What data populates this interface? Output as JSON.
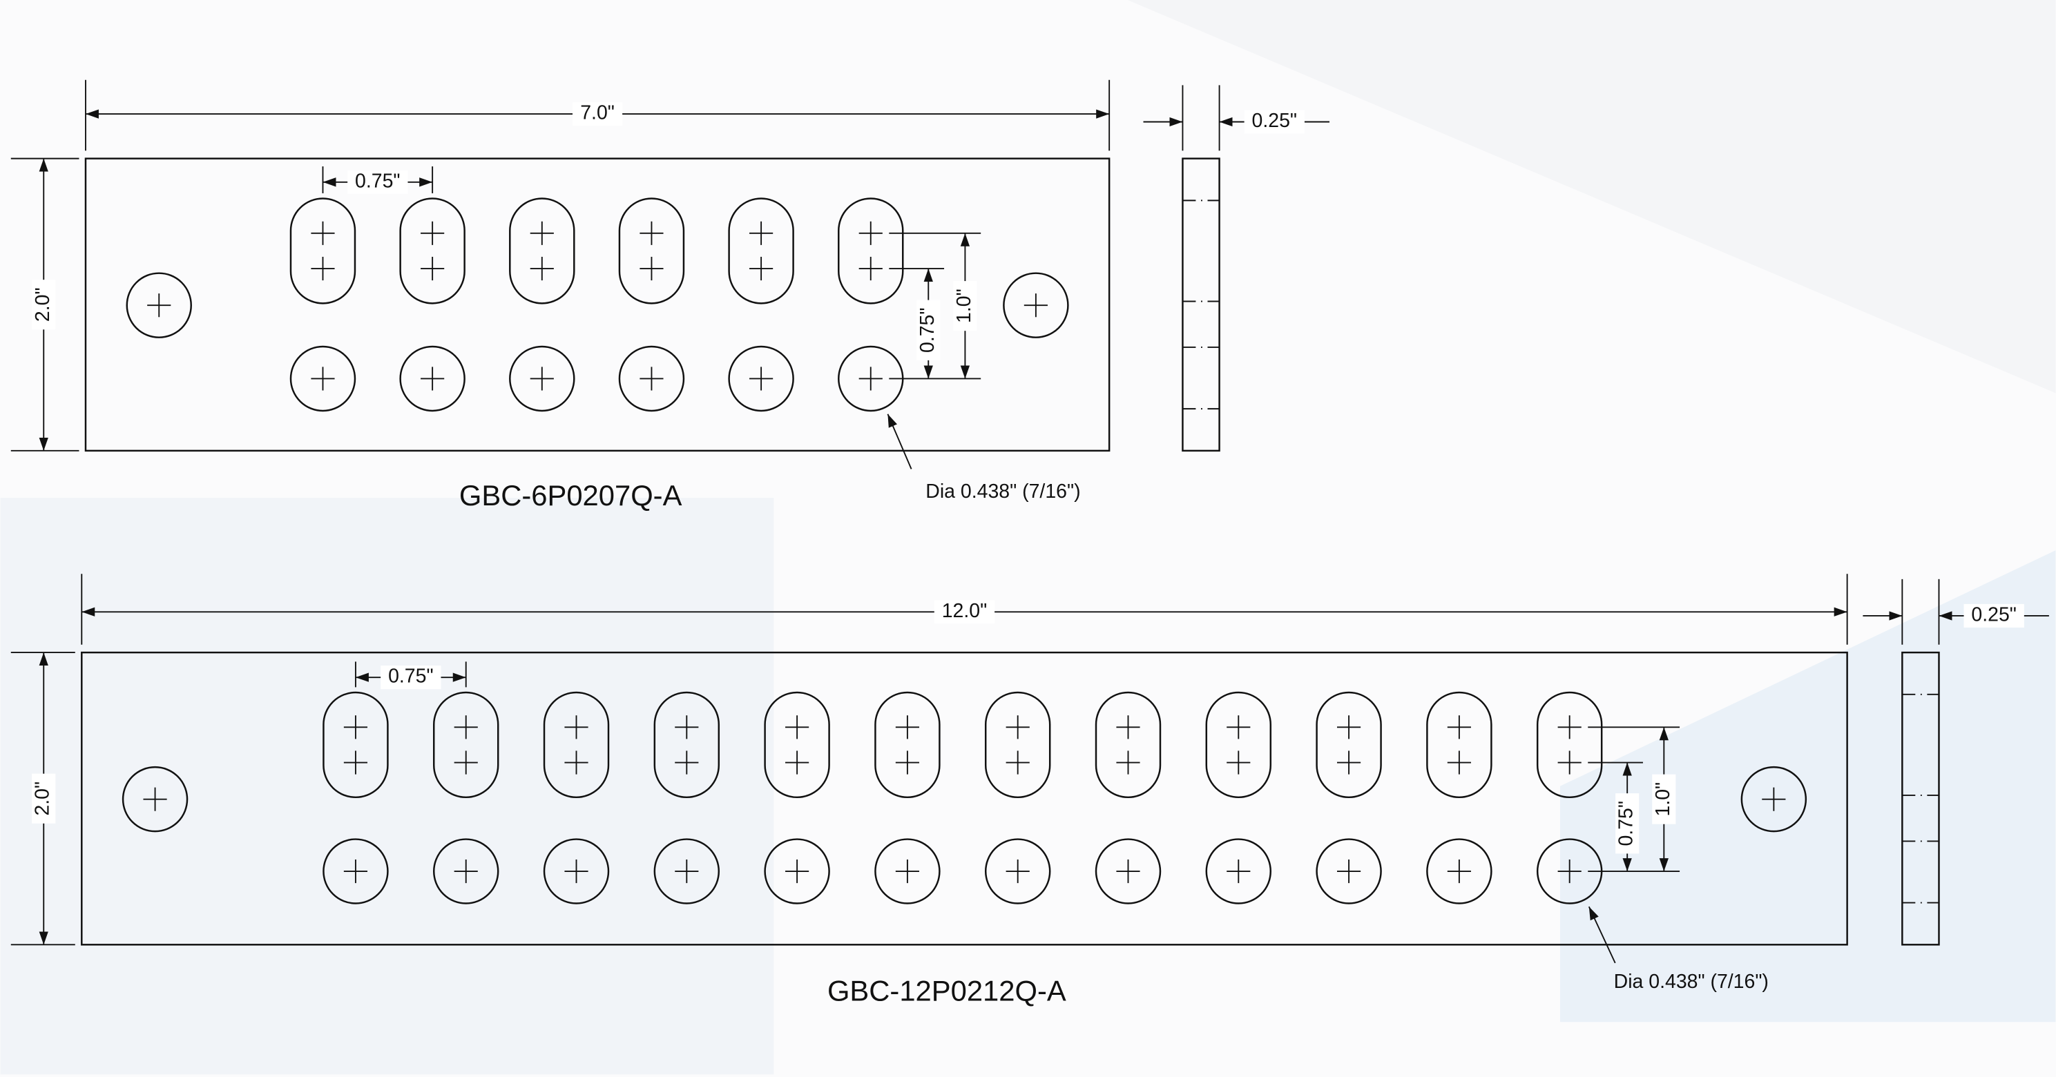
{
  "drawings": [
    {
      "part_number": "GBC-6P0207Q-A",
      "slot_count": 6,
      "length_label": "7.0\"",
      "height_label": "2.0\"",
      "thickness_label": "0.25\"",
      "pitch_label": "0.75\"",
      "row_spacing_label": "0.75\"",
      "outer_spacing_label": "1.0\"",
      "hole_label": "Dia 0.438\" (7/16\")"
    },
    {
      "part_number": "GBC-12P0212Q-A",
      "slot_count": 12,
      "length_label": "12.0\"",
      "height_label": "2.0\"",
      "thickness_label": "0.25\"",
      "pitch_label": "0.75\"",
      "row_spacing_label": "0.75\"",
      "outer_spacing_label": "1.0\"",
      "hole_label": "Dia 0.438\" (7/16\")"
    }
  ],
  "colors": {
    "line": "#111111",
    "background": "#fbfbfc",
    "watermark": "#e8eef5"
  }
}
